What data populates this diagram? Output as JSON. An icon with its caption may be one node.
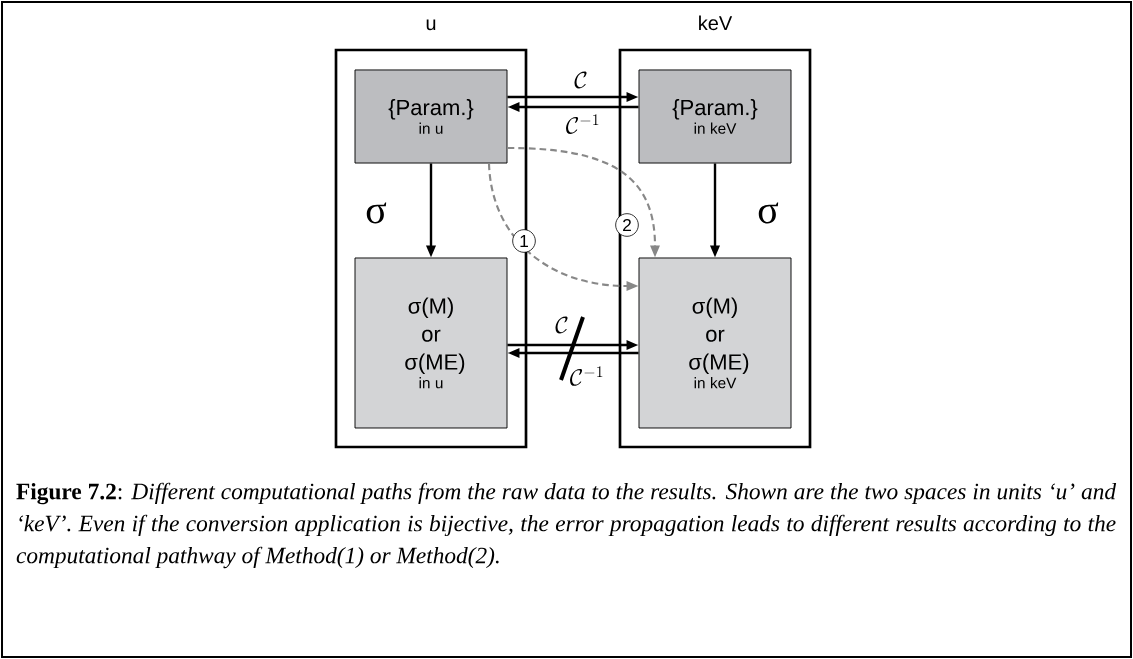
{
  "diagram": {
    "caption": "**Figure 7.2**: *Different computational paths from the raw data to the results. Shown are the two spaces in units ‘u’ and ‘keV’. Even if the conversion application is bijective, the error propagation leads to different results according to the computational pathway of Method(1) or Method(2).*",
    "nodes": [
      {
        "text": [
          "u"
        ]
      },
      {
        "text": [
          "{Param.}",
          "in u"
        ],
        "in": 0
      },
      {
        "text": [
          "σ(M) or σ(ME)",
          "in u"
        ],
        "in": 0
      },
      {
        "text": [
          "keV"
        ]
      },
      {
        "text": [
          "{Param.}",
          "in keV"
        ],
        "in": 3
      },
      {
        "text": [
          "σ(M) or σ(ME)",
          "in keV"
        ],
        "in": 3
      }
    ],
    "edges": [
      {
        "from": 1,
        "to": 4,
        "arrow": "to",
        "label": "\\mathcal{C}"
      },
      {
        "from": 4,
        "to": 1,
        "arrow": "to",
        "label": "\\mathcal{C}^{-1}"
      },
      {
        "from": 1,
        "to": 2,
        "arrow": "to",
        "label": "σ"
      },
      {
        "from": 4,
        "to": 5,
        "arrow": "to",
        "label": "σ"
      },
      {
        "from": 2,
        "to": 5,
        "arrow": "to",
        "label": "\\mathcal{C}"
      },
      {
        "from": 5,
        "to": 2,
        "arrow": "to",
        "label": "\\mathcal{C}^{-1}"
      },
      {
        "from": 1,
        "to": 5,
        "arrow": "to",
        "label": "1",
        "style": "dashed",
        "color": "#888888"
      },
      {
        "from": 1,
        "to": 5,
        "arrow": "to",
        "label": "2",
        "style": "dashed",
        "color": "#888888"
      }
    ]
  }
}
